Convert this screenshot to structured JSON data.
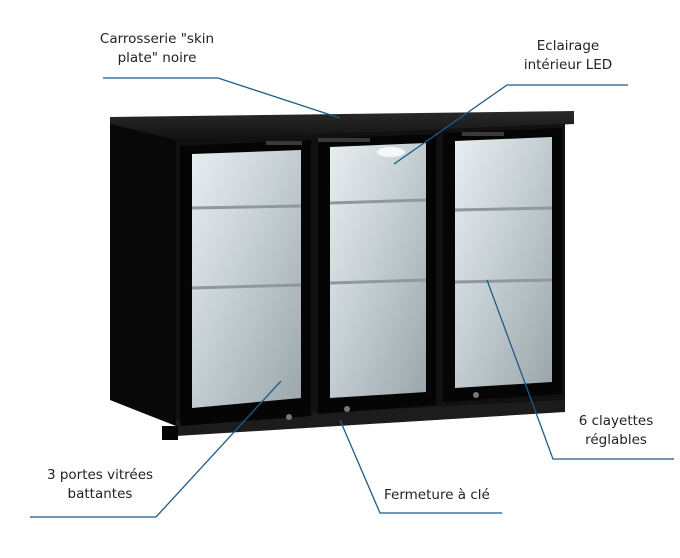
{
  "labels": {
    "body": [
      "Carrosserie \"skin",
      "plate\" noire"
    ],
    "lighting": [
      "Eclairage",
      "intérieur LED"
    ],
    "shelves": [
      "6 clayettes",
      "réglables"
    ],
    "doors": [
      "3 portes vitrées",
      "battantes"
    ],
    "lock": [
      "Fermeture à clé"
    ]
  },
  "colors": {
    "cabinet": "#0c0c0c",
    "glass": "#c9d3d6",
    "shelf": "#8f999c",
    "leader_line": "#1f5a8a",
    "text": "#222222"
  }
}
